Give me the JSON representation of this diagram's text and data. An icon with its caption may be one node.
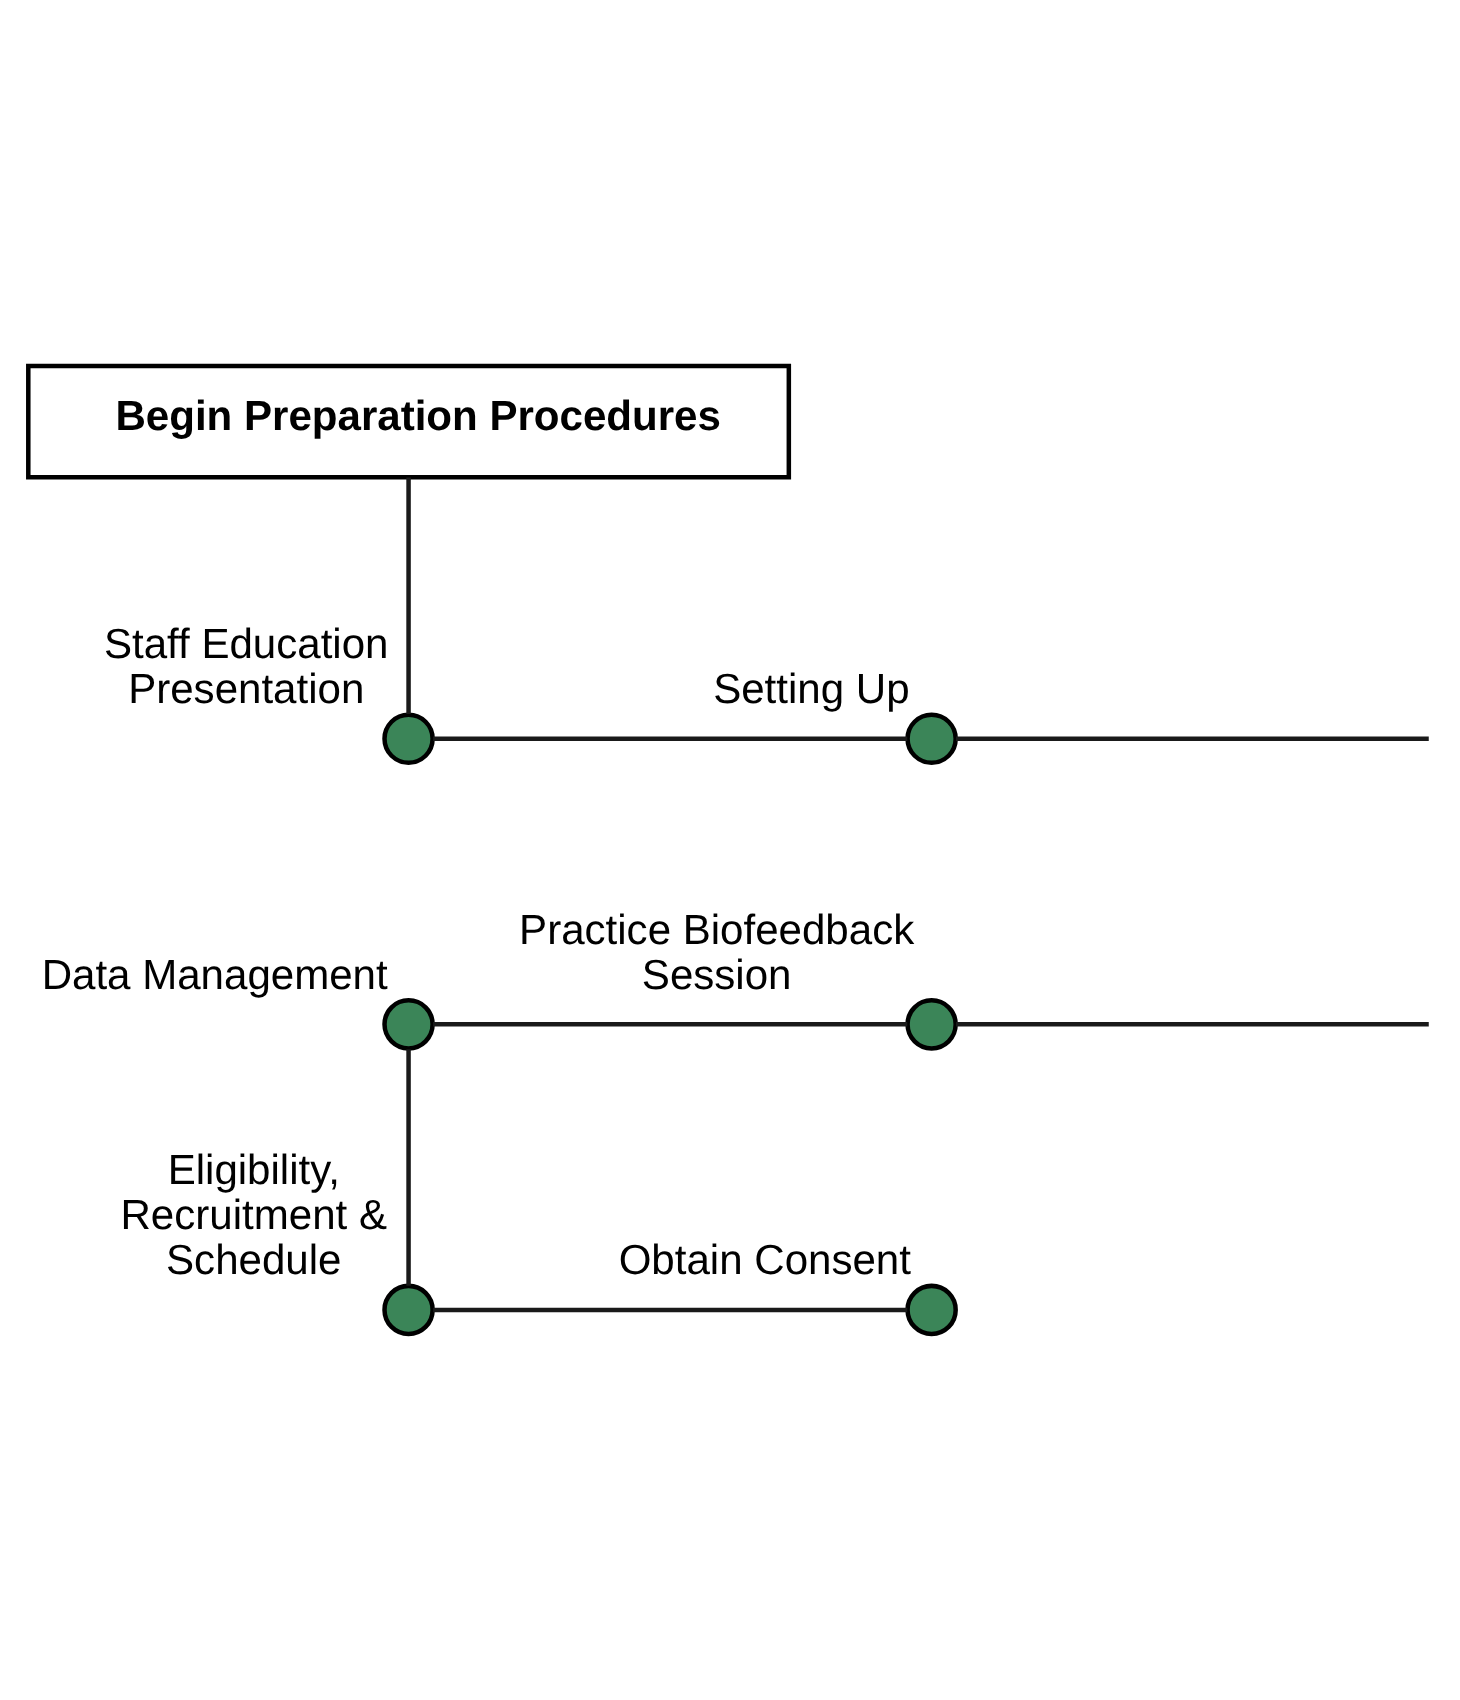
{
  "diagram": {
    "nodes": [
      {
        "text": [
          "Begin Preparation Procedures"
        ]
      },
      {
        "text": [],
        "shape": "circle",
        "beside": [
          "Staff Education Presentation"
        ]
      },
      {
        "text": [],
        "shape": "circle",
        "beside": [
          "Setting Up"
        ]
      },
      {
        "text": [],
        "shape": "circle",
        "beside": [
          "Data Management"
        ]
      },
      {
        "text": [],
        "shape": "circle",
        "beside": [
          "Practice Biofeedback Session"
        ]
      },
      {
        "text": [],
        "shape": "circle",
        "beside": [
          "Eligibility, Recruitment & Schedule"
        ]
      },
      {
        "text": [],
        "shape": "circle",
        "beside": [
          "Obtain Consent"
        ]
      }
    ],
    "edges": [
      {
        "from": 0,
        "to": 1,
        "arrow": "none"
      },
      {
        "from": 1,
        "to": 2,
        "arrow": "none"
      },
      {
        "from": 2,
        "to": null,
        "arrow": "none"
      },
      {
        "from": null,
        "to": 4,
        "arrow": "none"
      },
      {
        "from": 4,
        "to": 3,
        "arrow": "none"
      },
      {
        "from": 3,
        "to": 5,
        "arrow": "none"
      },
      {
        "from": 5,
        "to": 6,
        "arrow": "none"
      }
    ]
  }
}
